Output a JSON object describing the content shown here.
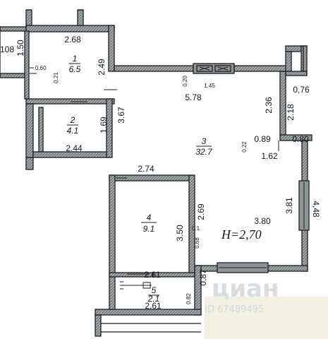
{
  "plan": {
    "ceiling_height": "H=2,70",
    "rooms": [
      {
        "number": "1",
        "area": "6.5"
      },
      {
        "number": "2",
        "area": "4.1"
      },
      {
        "number": "3",
        "area": "32.7"
      },
      {
        "number": "4",
        "area": "9.1"
      },
      {
        "number": "5",
        "area": "2.1"
      }
    ],
    "dimensions": {
      "d_108": "108",
      "d_150": "1.50",
      "d_268": "2.68",
      "d_249": "2.49",
      "d_060": "0.60",
      "d_021": "0.21",
      "d_145": "1.45",
      "d_578": "5.78",
      "d_367": "3.67",
      "d_169": "1.69",
      "d_244": "2.44",
      "d_236": "2.36",
      "d_020": "0.20",
      "d_218": "2.18",
      "d_076": "0,76",
      "d_089": "0.89",
      "d_080": "0.80",
      "d_022": "0.22",
      "d_162": "1.62",
      "d_274": "2.74",
      "d_269": "2.69",
      "d_380": "3.80",
      "d_381": "3.81",
      "d_448": "4,48",
      "d_350": "3.50",
      "d_01": "0.1",
      "d_068": "0.68",
      "d_087": "0.87",
      "d_261a": "2.61",
      "d_082": "0.82",
      "d_261b": "2.61"
    }
  },
  "watermark": {
    "brand": "циан",
    "listing_id": "ID 67489495"
  }
}
